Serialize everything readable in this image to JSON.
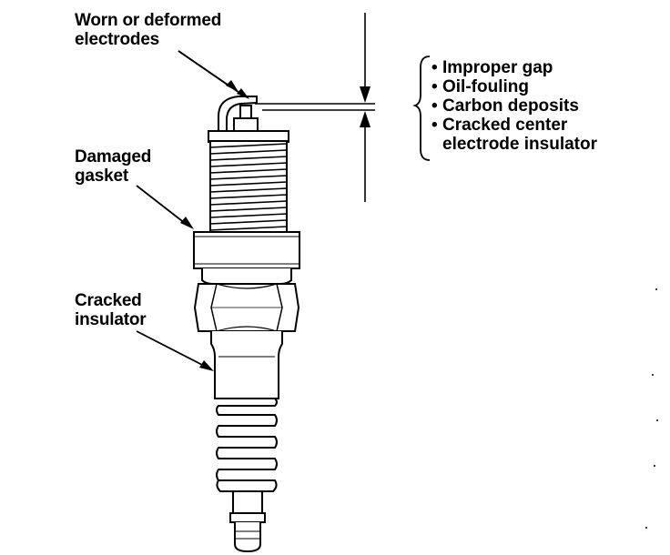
{
  "labels": {
    "electrodes": [
      "Worn or deformed",
      "electrodes"
    ],
    "gasket": [
      "Damaged",
      "gasket"
    ],
    "insulator": [
      "Cracked",
      "insulator"
    ]
  },
  "gap_notes": [
    {
      "bullet": "•",
      "lines": [
        "Improper gap"
      ]
    },
    {
      "bullet": "•",
      "lines": [
        "Oil-fouling"
      ]
    },
    {
      "bullet": "•",
      "lines": [
        "Carbon deposits"
      ]
    },
    {
      "bullet": "•",
      "lines": [
        "Cracked center",
        "electrode insulator"
      ]
    }
  ]
}
